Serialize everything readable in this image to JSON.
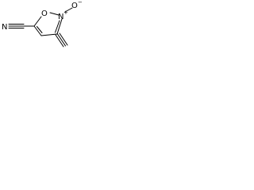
{
  "molecule": {
    "atoms": {
      "nitrile_n": "N",
      "ring_o": "O",
      "ring_n": "N",
      "n_oxide_o": "O",
      "ring_n_charge": "+",
      "n_oxide_charge": "−"
    },
    "colors": {
      "line": "#000000",
      "background": "#ffffff"
    }
  }
}
